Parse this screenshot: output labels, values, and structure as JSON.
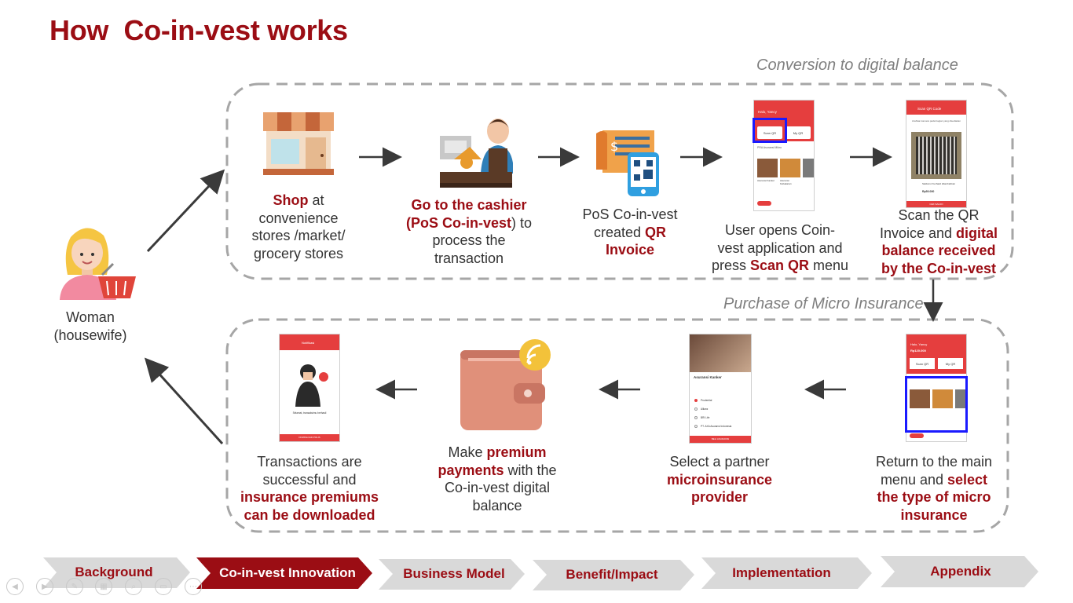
{
  "title": "How  Co-in-vest works",
  "sections": {
    "top": "Conversion to digital balance",
    "bottom": "Purchase of Micro Insurance"
  },
  "woman": {
    "label_line1": "Woman",
    "label_line2": "(housewife)"
  },
  "top_steps": [
    {
      "icon": "store-icon",
      "lines": [
        [
          {
            "t": "Shop",
            "h": true
          },
          {
            "t": " at",
            "h": false
          }
        ],
        [
          {
            "t": "convenience",
            "h": false
          }
        ],
        [
          {
            "t": "stores /market/",
            "h": false
          }
        ],
        [
          {
            "t": "grocery stores",
            "h": false
          }
        ]
      ]
    },
    {
      "icon": "cashier-icon",
      "lines": [
        [
          {
            "t": "Go to the cashier",
            "h": true
          }
        ],
        [
          {
            "t": "(PoS Co-in-vest",
            "h": true
          },
          {
            "t": ") to",
            "h": false
          }
        ],
        [
          {
            "t": "process the",
            "h": false
          }
        ],
        [
          {
            "t": "transaction",
            "h": false
          }
        ]
      ]
    },
    {
      "icon": "qr-invoice-icon",
      "lines": [
        [
          {
            "t": "PoS Co-in-vest",
            "h": false
          }
        ],
        [
          {
            "t": "created  ",
            "h": false
          },
          {
            "t": "QR",
            "h": true
          }
        ],
        [
          {
            "t": "Invoice",
            "h": true
          }
        ]
      ]
    },
    {
      "icon": "app-screen-home",
      "lines": [
        [
          {
            "t": "User opens Coin-",
            "h": false
          }
        ],
        [
          {
            "t": "vest application and",
            "h": false
          }
        ],
        [
          {
            "t": "press ",
            "h": false
          },
          {
            "t": "Scan QR",
            "h": true
          },
          {
            "t": " menu",
            "h": false
          }
        ]
      ]
    },
    {
      "icon": "app-screen-scan",
      "lines": [
        [
          {
            "t": "Scan the QR",
            "h": false
          }
        ],
        [
          {
            "t": "Invoice and ",
            "h": false
          },
          {
            "t": "digital",
            "h": true
          }
        ],
        [
          {
            "t": "balance received",
            "h": true
          }
        ],
        [
          {
            "t": "by the Co-in-vest",
            "h": true
          }
        ]
      ]
    }
  ],
  "bottom_steps": [
    {
      "icon": "app-screen-success",
      "lines": [
        [
          {
            "t": "Transactions are",
            "h": false
          }
        ],
        [
          {
            "t": "successful and",
            "h": false
          }
        ],
        [
          {
            "t": "insurance premiums",
            "h": true
          }
        ],
        [
          {
            "t": "can be downloaded",
            "h": true
          }
        ]
      ]
    },
    {
      "icon": "wallet-icon",
      "lines": [
        [
          {
            "t": "Make ",
            "h": false
          },
          {
            "t": "premium",
            "h": true
          }
        ],
        [
          {
            "t": "payments",
            "h": true
          },
          {
            "t": " with the",
            "h": false
          }
        ],
        [
          {
            "t": "Co-in-vest digital",
            "h": false
          }
        ],
        [
          {
            "t": "balance",
            "h": false
          }
        ]
      ]
    },
    {
      "icon": "app-screen-provider",
      "lines": [
        [
          {
            "t": "Select a partner",
            "h": false
          }
        ],
        [
          {
            "t": "microinsurance",
            "h": true
          }
        ],
        [
          {
            "t": "provider",
            "h": true
          }
        ]
      ]
    },
    {
      "icon": "app-screen-menu",
      "lines": [
        [
          {
            "t": "Return to the main",
            "h": false
          }
        ],
        [
          {
            "t": "menu and ",
            "h": false
          },
          {
            "t": "select",
            "h": true
          }
        ],
        [
          {
            "t": "the type of micro",
            "h": true
          }
        ],
        [
          {
            "t": "insurance",
            "h": true
          }
        ]
      ]
    }
  ],
  "phones": {
    "home": {
      "greeting": "Halo, Yancy",
      "btn1": "Scan QR",
      "btn2": "My QR",
      "sub": "PRA Asuransi Mikro",
      "item1": "Asuransi Kanker",
      "item2": "Asuransi Kebakaran"
    },
    "scan": {
      "header": "Scan QR Code",
      "hint": "Arahkan kamera pada bagian yang disediakan",
      "msg": "Saldomu! berhasil ditambahkan",
      "amount": "Rp50.000",
      "footer": "CEK SALDO"
    },
    "menu": {
      "greeting": "Halo, Yancy",
      "balance": "Rp120.000",
      "btn1": "Scan QR",
      "btn2": "My QR"
    },
    "provider": {
      "title": "Asuransi Kanker",
      "p1": "Prudential",
      "p2": "Allianz",
      "p3": "BRI Life",
      "p4": "PT. AXA Asuransi Indonesia",
      "footer": "BELI ASURANSI"
    },
    "success": {
      "header": "Notifikasi",
      "msg": "Selamat, transaksimu berhasil",
      "footer": "DOWNLOAD POLIS"
    }
  },
  "nav": {
    "tabs": [
      "Background",
      "Co-in-vest Innovation",
      "Business Model",
      "Benefit/Impact",
      "Implementation",
      "Appendix"
    ],
    "active_index": 1
  },
  "colors": {
    "accent": "#9b0d14",
    "tab_bg": "#d9d9d9",
    "app_red": "#e53e3e",
    "highlight_box": "#1a1aff"
  }
}
